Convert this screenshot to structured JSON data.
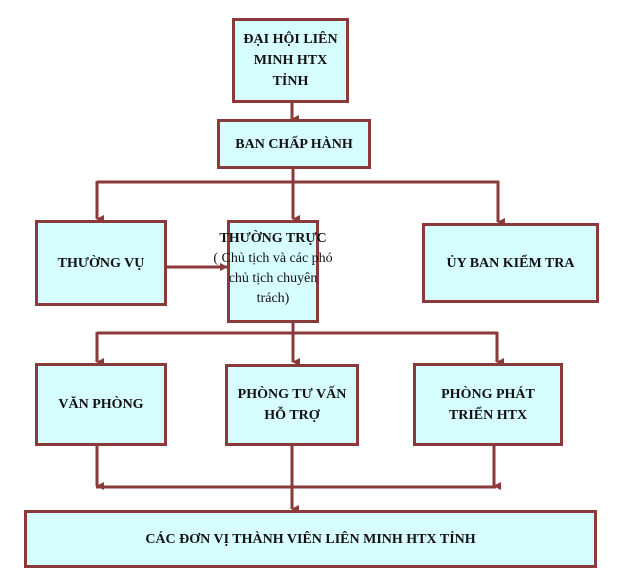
{
  "diagram": {
    "type": "org-chart",
    "colors": {
      "box_fill": "#d6fdff",
      "border": "#8b3a3a",
      "text": "#111111"
    },
    "nodes": {
      "dai_hoi": {
        "lines": [
          "ĐẠI HỘI LIÊN",
          "MINH HTX",
          "TỈNH"
        ]
      },
      "ban_chap_hanh": {
        "label": "BAN CHẤP HÀNH"
      },
      "thuong_vu": {
        "label": "THƯỜNG VỤ"
      },
      "thuong_truc": {
        "title": "THƯỜNG TRỰC",
        "sub_lines": [
          "( Chủ tịch và các phó",
          "chủ tịch chuyên",
          "trách)"
        ]
      },
      "uy_ban_kiem_tra": {
        "label": "ỦY BAN KIỂM TRA"
      },
      "van_phong": {
        "label": "VĂN PHÒNG"
      },
      "phong_tu_van": {
        "lines": [
          "PHÒNG TƯ VẤN",
          "HỖ TRỢ"
        ]
      },
      "phong_phat_trien": {
        "lines": [
          "PHÒNG PHÁT",
          "TRIỂN HTX"
        ]
      },
      "don_vi_thanh_vien": {
        "label": "CÁC ĐƠN VỊ THÀNH VIÊN LIÊN MINH HTX TỈNH"
      }
    },
    "edges": [
      [
        "dai_hoi",
        "ban_chap_hanh"
      ],
      [
        "ban_chap_hanh",
        "thuong_vu"
      ],
      [
        "ban_chap_hanh",
        "thuong_truc"
      ],
      [
        "ban_chap_hanh",
        "uy_ban_kiem_tra"
      ],
      [
        "thuong_vu",
        "thuong_truc"
      ],
      [
        "thuong_truc",
        "van_phong"
      ],
      [
        "thuong_truc",
        "phong_tu_van"
      ],
      [
        "thuong_truc",
        "phong_phat_trien"
      ],
      [
        "van_phong",
        "don_vi_thanh_vien"
      ],
      [
        "phong_tu_van",
        "don_vi_thanh_vien"
      ],
      [
        "phong_phat_trien",
        "don_vi_thanh_vien"
      ]
    ]
  }
}
